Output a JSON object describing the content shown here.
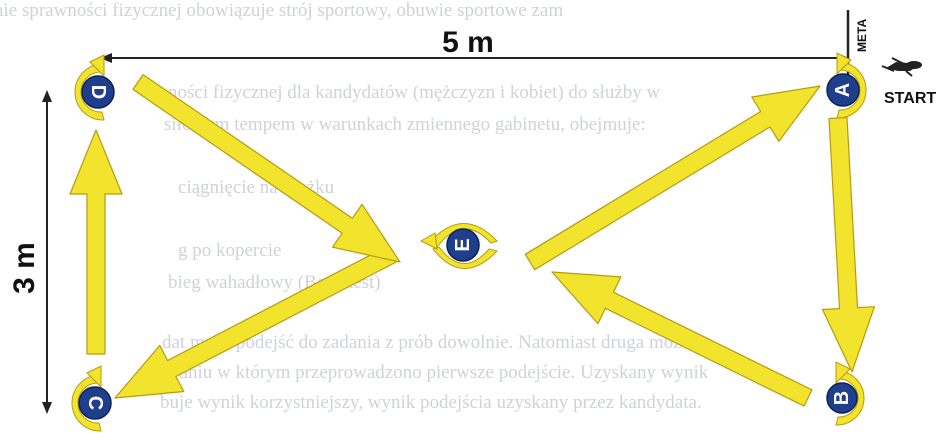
{
  "background_text": [
    "nie sprawności fizycznej obowiązuje strój sportowy, obuwie sportowe zam",
    "ności fizycznej dla kandydatów (mężczyzn i kobiet) do służby w",
    "siłowym tempem w warunkach zmiennego gabinetu, obejmuje:",
    "ciągnięcie na drążku",
    "g po kopercie",
    "bieg wahadłowy (Beep test)",
    "dat może podejść do zadania z prób dowolnie. Natomiast druga może",
    "w dniu w którym przeprowadzono pierwsze podejście. Uzyskany wynik",
    "buje wynik korzystniejszy, wynik podejścia uzyskany przez kandydata."
  ],
  "labels": {
    "top_dimension": "5 m",
    "side_dimension": "3 m",
    "meta": "META",
    "start": "START"
  },
  "points": {
    "A": "A",
    "B": "B",
    "C": "C",
    "D": "D",
    "E": "E"
  },
  "colors": {
    "arrow_fill": "#f2e32c",
    "arrow_stroke": "#b89a12",
    "circle_fill": "#1f3f8c",
    "turn_fill": "#f2e32c",
    "text": "#111111"
  },
  "icons": {
    "runner": "runner-icon"
  }
}
